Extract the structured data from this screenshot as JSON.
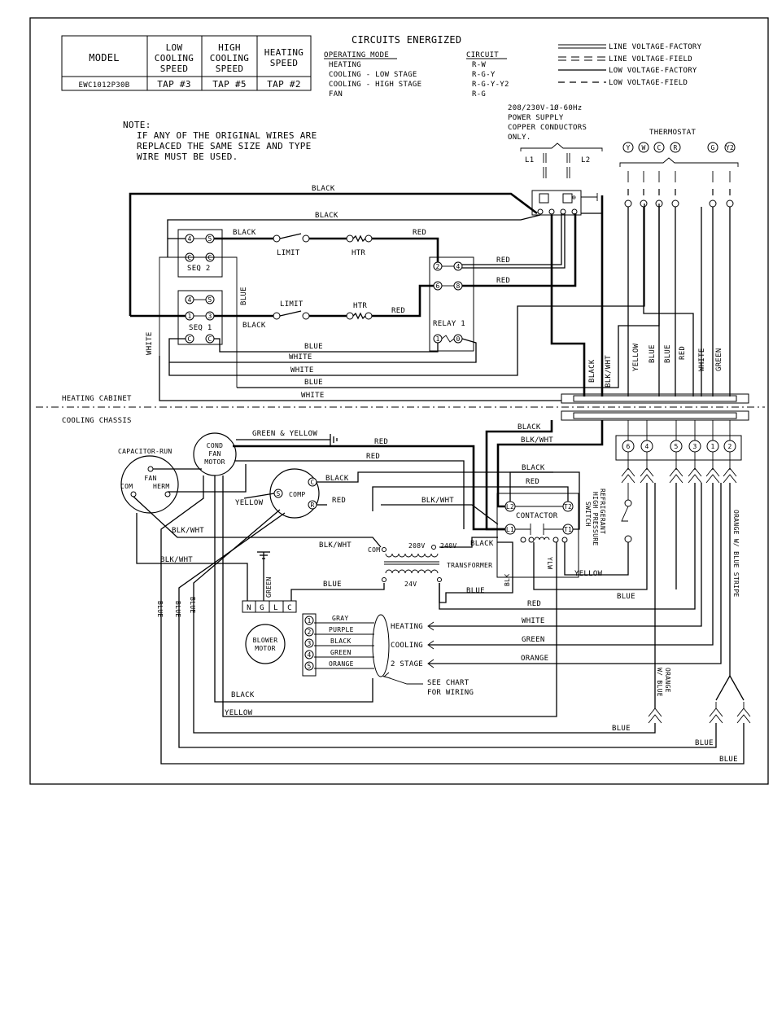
{
  "table": {
    "headers": [
      "MODEL",
      "LOW COOLING SPEED",
      "HIGH COOLING SPEED",
      "HEATING SPEED"
    ],
    "row": [
      "EWC1012P30B",
      "TAP #3",
      "TAP #5",
      "TAP #2"
    ]
  },
  "circuits": {
    "title": "CIRCUITS ENERGIZED",
    "col_mode": "OPERATING MODE",
    "col_circuit": "CIRCUIT",
    "rows": [
      {
        "mode": "HEATING",
        "circuit": "R-W"
      },
      {
        "mode": "COOLING - LOW STAGE",
        "circuit": "R-G-Y"
      },
      {
        "mode": "COOLING - HIGH STAGE",
        "circuit": "R-G-Y-Y2"
      },
      {
        "mode": "FAN",
        "circuit": "R-G"
      }
    ]
  },
  "legend": [
    "LINE VOLTAGE-FACTORY",
    "LINE VOLTAGE-FIELD",
    "LOW VOLTAGE-FACTORY",
    "LOW VOLTAGE-FIELD"
  ],
  "note": {
    "label": "NOTE:",
    "lines": [
      "IF ANY OF THE ORIGINAL WIRES ARE",
      "REPLACED THE SAME SIZE AND TYPE",
      "WIRE MUST BE USED."
    ]
  },
  "power_supply": {
    "lines": [
      "208/230V-1Ø-60Hz",
      "POWER SUPPLY",
      "COPPER CONDUCTORS",
      "ONLY."
    ],
    "l1": "L1",
    "l2": "L2"
  },
  "thermostat": {
    "title": "THERMOSTAT",
    "terminals": [
      "Y",
      "W",
      "C",
      "R",
      "G",
      "Y2"
    ]
  },
  "sections": {
    "heating_cabinet": "HEATING CABINET",
    "cooling_chassis": "COOLING CHASSIS"
  },
  "components": {
    "limit": "LIMIT",
    "htr": "HTR",
    "seq2": "SEQ 2",
    "seq1": "SEQ 1",
    "relay1": "RELAY 1",
    "capacitor": "CAPACITOR-RUN",
    "cap_fan": "FAN",
    "cap_com": "COM",
    "cap_herm": "HERM",
    "cond_fan_motor": [
      "COND",
      "FAN",
      "MOTOR"
    ],
    "comp": "COMP",
    "contactor": "CONTACTOR",
    "transformer": "TRANSFORMER",
    "v208": "208V",
    "v240": "240V",
    "v24": "24V",
    "com": "COM",
    "hp_switch": [
      "REFRIGERANT",
      "HIGH PRESSURE",
      "SWITCH"
    ],
    "blower_motor": [
      "BLOWER",
      "MOTOR"
    ],
    "heating": "HEATING",
    "cooling": "COOLING",
    "stage2": "2 STAGE",
    "see_chart": [
      "SEE CHART",
      "FOR WIRING"
    ],
    "plug_ngl": [
      "N",
      "G",
      "L",
      "C"
    ]
  },
  "taps": [
    {
      "num": "1",
      "color": "GRAY"
    },
    {
      "num": "2",
      "color": "PURPLE"
    },
    {
      "num": "3",
      "color": "BLACK"
    },
    {
      "num": "4",
      "color": "GREEN"
    },
    {
      "num": "5",
      "color": "ORANGE"
    }
  ],
  "strip_terminals": [
    "6",
    "4",
    "5",
    "3",
    "1",
    "2"
  ],
  "wires": {
    "black": "BLACK",
    "red": "RED",
    "blue": "BLUE",
    "white": "WHITE",
    "yellow": "YELLOW",
    "green": "GREEN",
    "orange": "ORANGE",
    "blk_wht": "BLK/WHT",
    "blk": "BLK",
    "ylw": "YLW",
    "green_yellow": "GREEN & YELLOW",
    "orange_blue_stripe": "ORANGE W/ BLUE STRIPE",
    "orange_w_blue": [
      "ORANGE",
      "W/ BLUE"
    ]
  }
}
